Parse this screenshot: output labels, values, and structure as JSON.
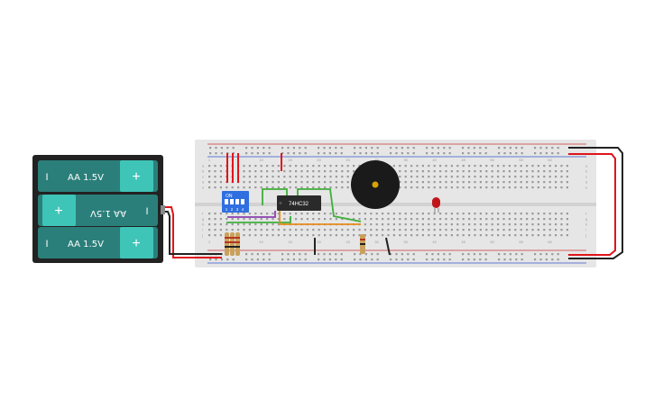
{
  "battery_pack": {
    "cells": [
      {
        "label": "AA 1.5V",
        "pos_symbol": "+",
        "neg_symbol": "I",
        "flipped": false
      },
      {
        "label": "AA 1.5V",
        "pos_symbol": "+",
        "neg_symbol": "I",
        "flipped": true
      },
      {
        "label": "AA 1.5V",
        "pos_symbol": "+",
        "neg_symbol": "I",
        "flipped": false
      }
    ],
    "cell_color": "#2b7f7a",
    "terminal_color": "#3fc4b8"
  },
  "dip_switch": {
    "label": "ON",
    "numbers": [
      "1",
      "2",
      "3",
      "4"
    ],
    "color": "#2f6fe0"
  },
  "ic_chip": {
    "label": "74HC32"
  },
  "breadboard": {
    "color": "#e6e6e6",
    "column_numbers": [
      "1",
      "5",
      "10",
      "15",
      "20",
      "25",
      "30",
      "35",
      "40",
      "45",
      "50",
      "55",
      "60"
    ],
    "row_letters_top": [
      "a",
      "b",
      "c",
      "d",
      "e"
    ],
    "row_letters_bottom": [
      "f",
      "g",
      "h",
      "i",
      "j"
    ]
  },
  "colors": {
    "wire_red": "#e0141b",
    "wire_black": "#222222",
    "wire_green": "#3fae3a",
    "wire_orange": "#e88a1a",
    "wire_purple": "#8a3fb0",
    "led_red": "#c0161b",
    "buzzer": "#1a1a1a"
  }
}
